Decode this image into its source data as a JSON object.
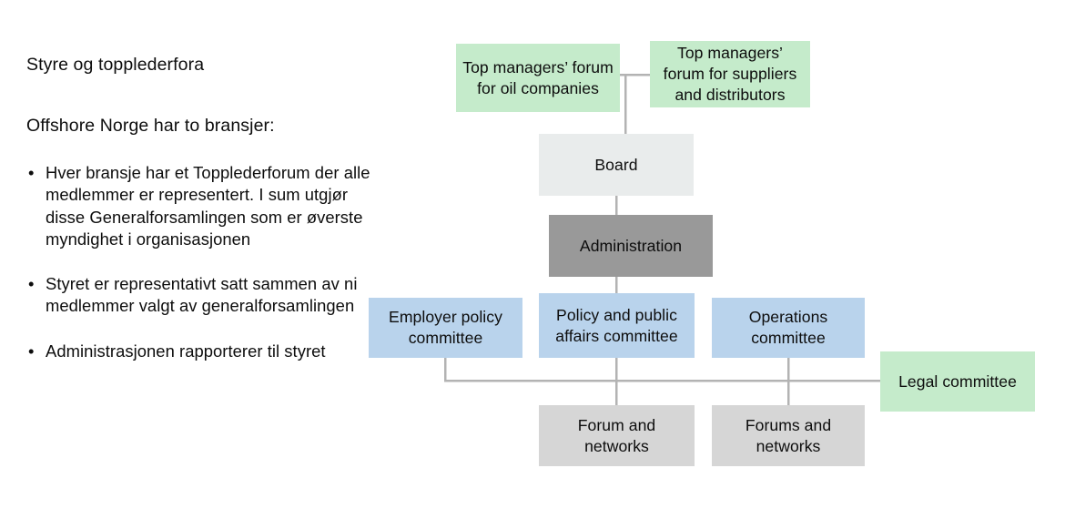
{
  "text_panel": {
    "heading": "Styre og topplederfora",
    "subheading": "Offshore Norge har to bransjer:",
    "bullets": [
      {
        "marker": "•",
        "text": "Hver bransje har et Topplederforum der alle medlemmer er representert. I sum utgjør disse Generalforsamlingen som er øverste myndighet i organisasjonen"
      },
      {
        "marker": "•",
        "text": "Styret er representativt satt sammen av ni medlemmer valgt av generalforsamlingen"
      },
      {
        "marker": "•",
        "text": "Administrasjonen rapporterer til styret"
      }
    ]
  },
  "org_chart": {
    "nodes": {
      "top_managers_oil": "Top managers’ forum for oil companies",
      "top_managers_suppliers": "Top managers’ forum for suppliers and distributors",
      "board": "Board",
      "administration": "Administration",
      "employer_policy_committee": "Employer policy committee",
      "policy_public_affairs_committee": "Policy and public affairs committee",
      "operations_committee": "Operations committee",
      "legal_committee": "Legal committee",
      "forum_and_networks": "Forum and networks",
      "forums_and_networks": "Forums and networks"
    },
    "colors": {
      "green": "#c5ebcb",
      "gray_light": "#e9ecec",
      "gray_dark": "#999999",
      "blue": "#b9d3ec",
      "gray_medium": "#d6d6d6",
      "connector": "#b3b3b3",
      "background": "#ffffff",
      "text": "#0d0d0d"
    }
  }
}
